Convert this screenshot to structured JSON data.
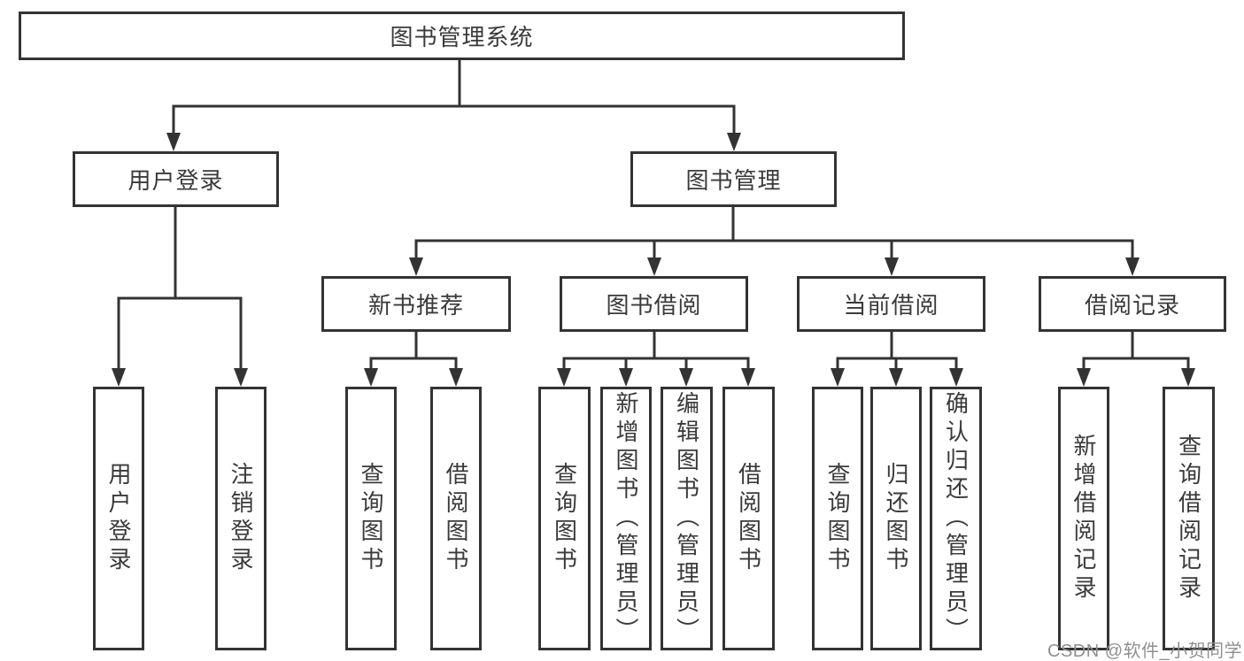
{
  "colors": {
    "line": "#333333",
    "text": "#3a3a3a",
    "watermark": "#909090"
  },
  "tree": {
    "label": "图书管理系统",
    "children": [
      {
        "label": "用户登录",
        "children": [
          {
            "label": "用户登录"
          },
          {
            "label": "注销登录"
          }
        ]
      },
      {
        "label": "图书管理",
        "children": [
          {
            "label": "新书推荐",
            "children": [
              {
                "label": "查询图书"
              },
              {
                "label": "借阅图书"
              }
            ]
          },
          {
            "label": "图书借阅",
            "children": [
              {
                "label": "查询图书"
              },
              {
                "label": "新增图书（管理员）"
              },
              {
                "label": "编辑图书（管理员）"
              },
              {
                "label": "借阅图书"
              }
            ]
          },
          {
            "label": "当前借阅",
            "children": [
              {
                "label": "查询图书"
              },
              {
                "label": "归还图书"
              },
              {
                "label": "确认归还（管理员）"
              }
            ]
          },
          {
            "label": "借阅记录",
            "children": [
              {
                "label": "新增借阅记录"
              },
              {
                "label": "查询借阅记录"
              }
            ]
          }
        ]
      }
    ]
  },
  "watermark": "CSDN @软件_小贺同学"
}
